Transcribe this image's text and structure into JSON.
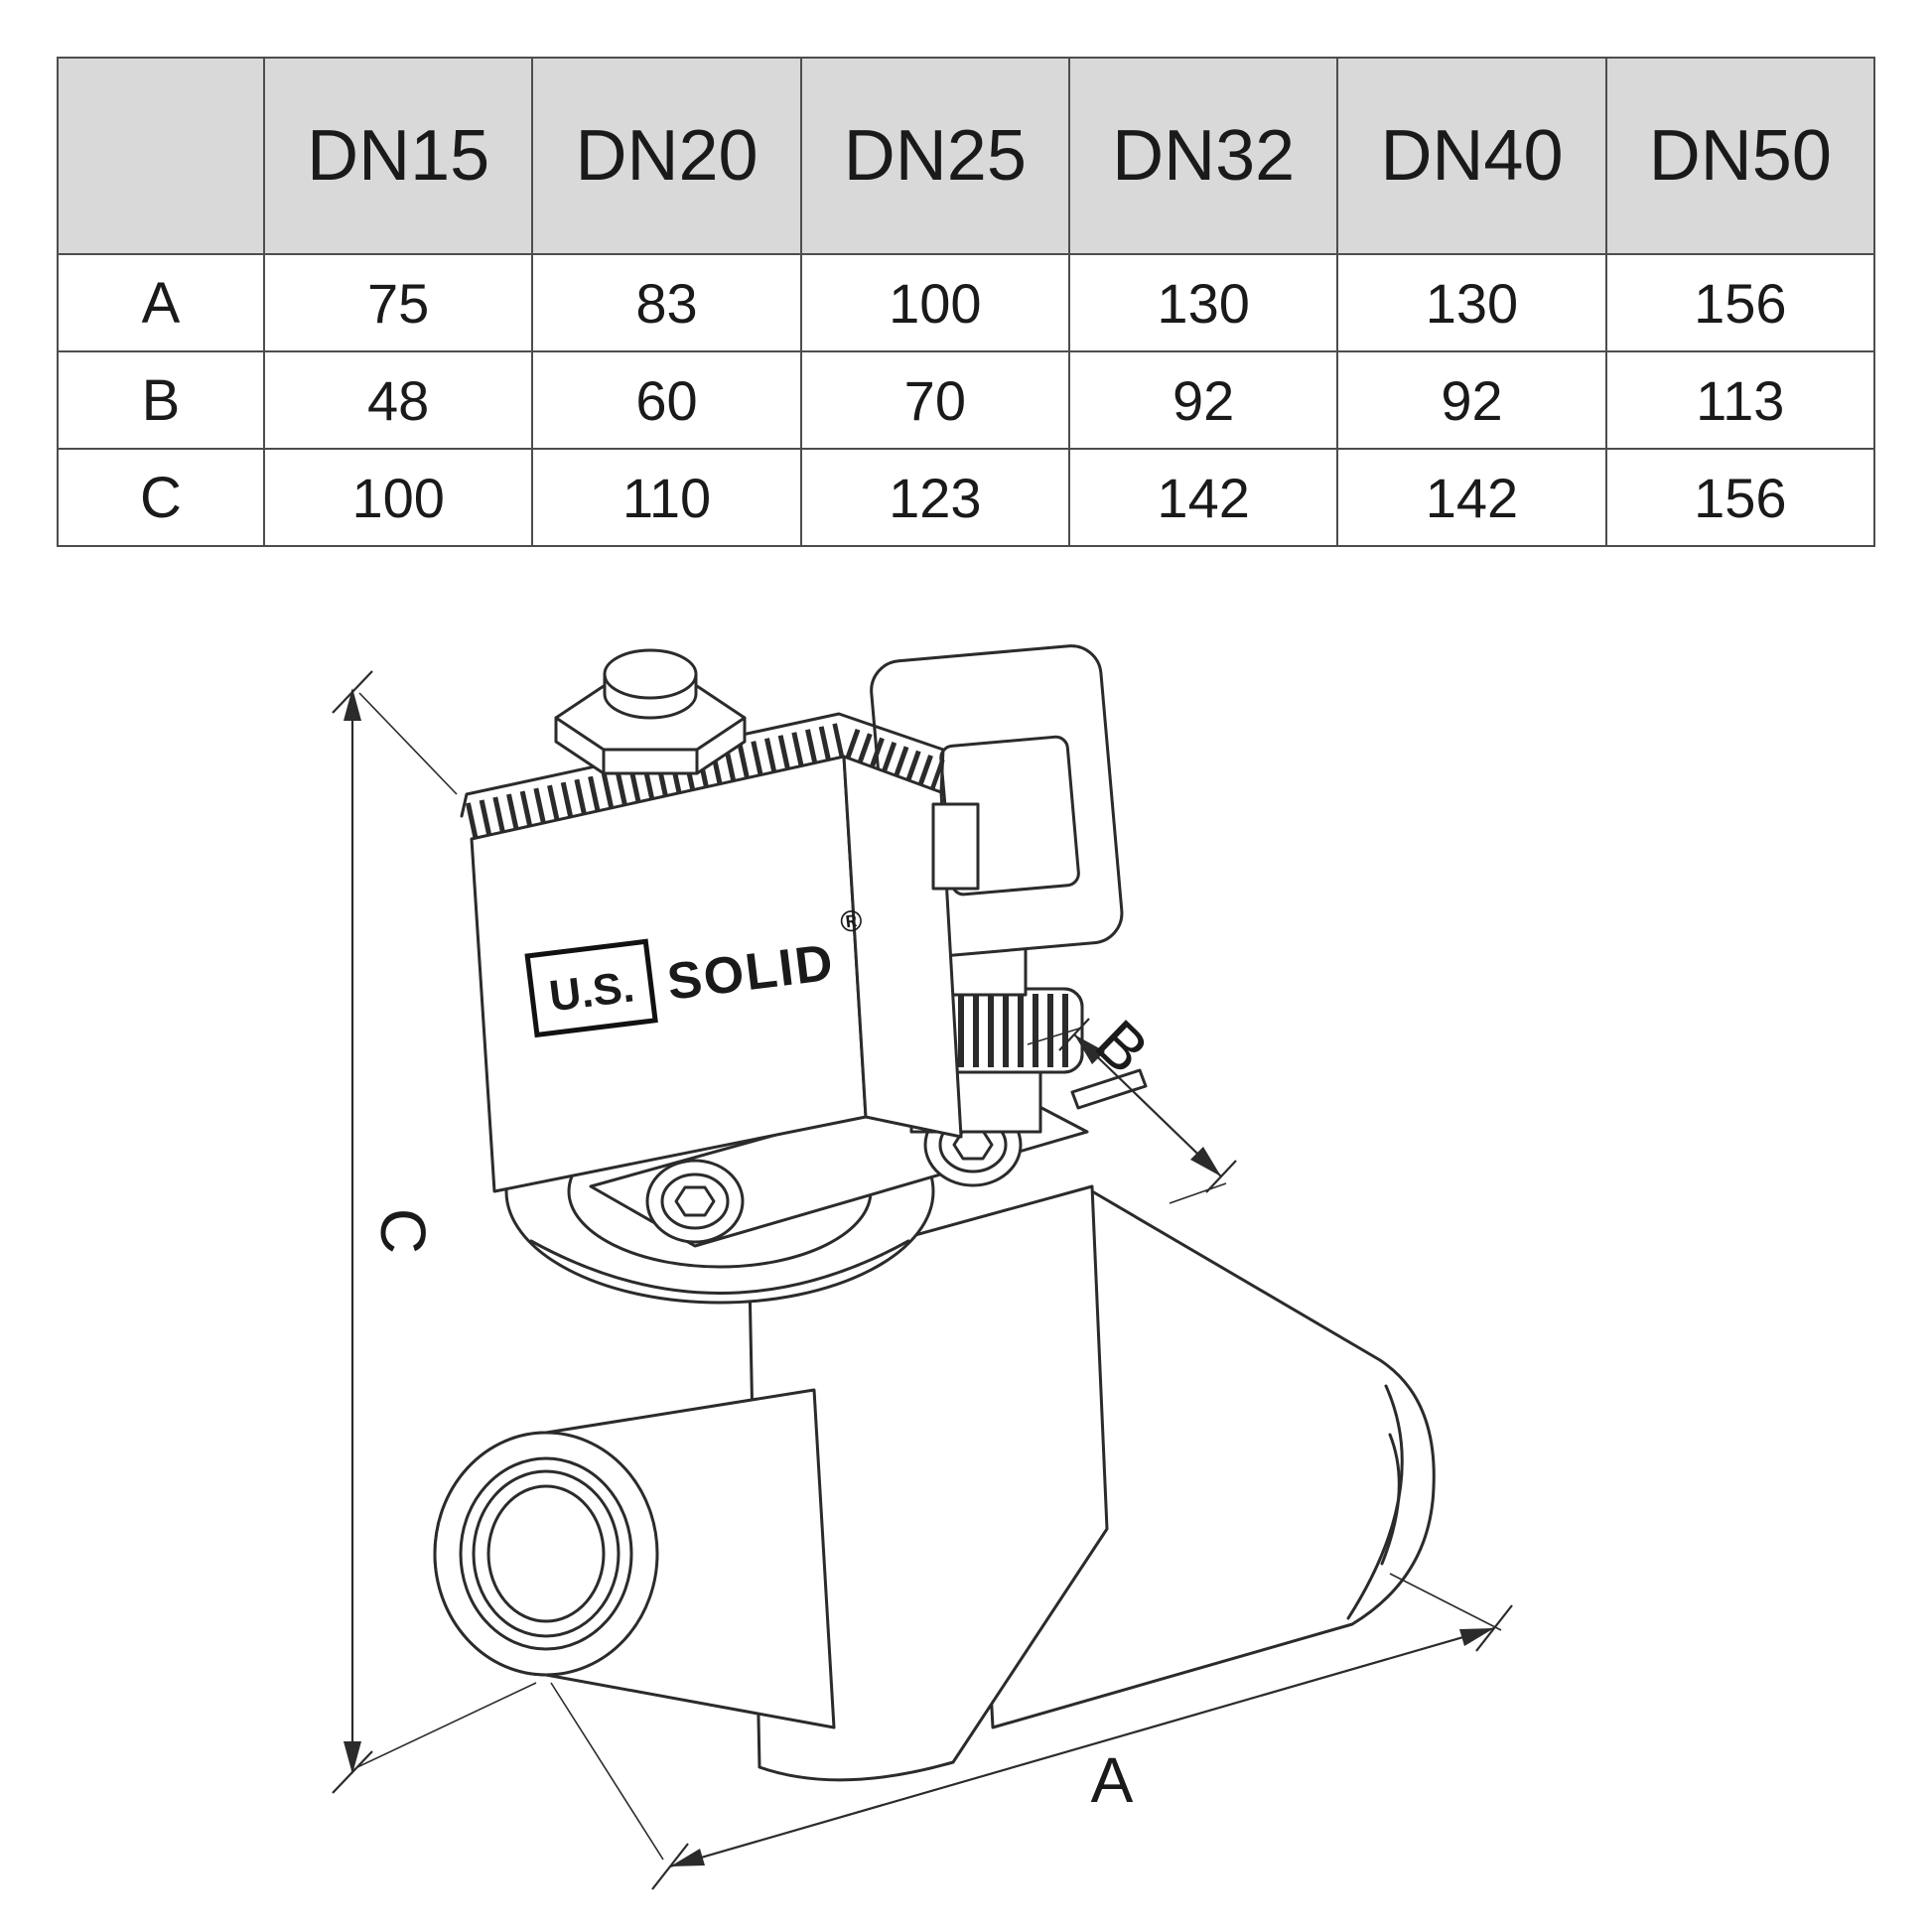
{
  "table": {
    "columns": [
      "",
      "DN15",
      "DN20",
      "DN25",
      "DN32",
      "DN40",
      "DN50"
    ],
    "rows": [
      {
        "label": "A",
        "values": [
          75,
          83,
          100,
          130,
          130,
          156
        ]
      },
      {
        "label": "B",
        "values": [
          48,
          60,
          70,
          92,
          92,
          113
        ]
      },
      {
        "label": "C",
        "values": [
          100,
          110,
          123,
          142,
          142,
          156
        ]
      }
    ]
  },
  "diagram": {
    "dimension_labels": {
      "a": "A",
      "b": "B",
      "c": "C"
    },
    "logo": {
      "prefix": "U.S.",
      "name": "SOLID",
      "registered": "®"
    }
  },
  "colors": {
    "table_header_bg": "#d9d9d9",
    "table_border": "#4d4d4d",
    "line": "#2b2b2b"
  },
  "chart_data": {
    "type": "table",
    "columns": [
      "",
      "DN15",
      "DN20",
      "DN25",
      "DN32",
      "DN40",
      "DN50"
    ],
    "rows": [
      [
        "A",
        75,
        83,
        100,
        130,
        130,
        156
      ],
      [
        "B",
        48,
        60,
        70,
        92,
        92,
        113
      ],
      [
        "C",
        100,
        110,
        123,
        142,
        142,
        156
      ]
    ],
    "title": "Solenoid valve dimensions A/B/C per DN size"
  }
}
